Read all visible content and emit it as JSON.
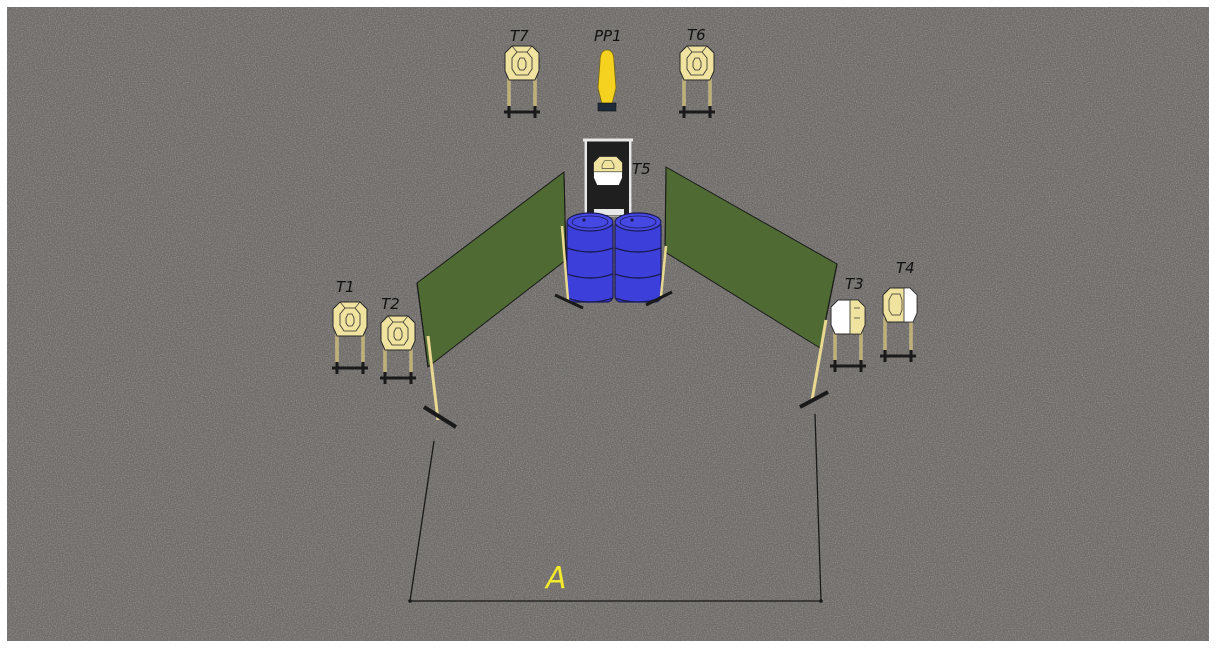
{
  "colors": {
    "ground": "#6f6c69",
    "wall": "#4f6a33",
    "barrel": "#3c3fd9",
    "target_paper": "#f0e3a0",
    "no_shoot": "#ffffff",
    "popper": "#f4d21f",
    "area_label": "#f3ea2c"
  },
  "targets": {
    "t1": "T1",
    "t2": "T2",
    "t3": "T3",
    "t4": "T4",
    "t5": "T5",
    "t6": "T6",
    "t7": "T7",
    "pp1": "PP1"
  },
  "shooting_area": {
    "label": "A"
  }
}
